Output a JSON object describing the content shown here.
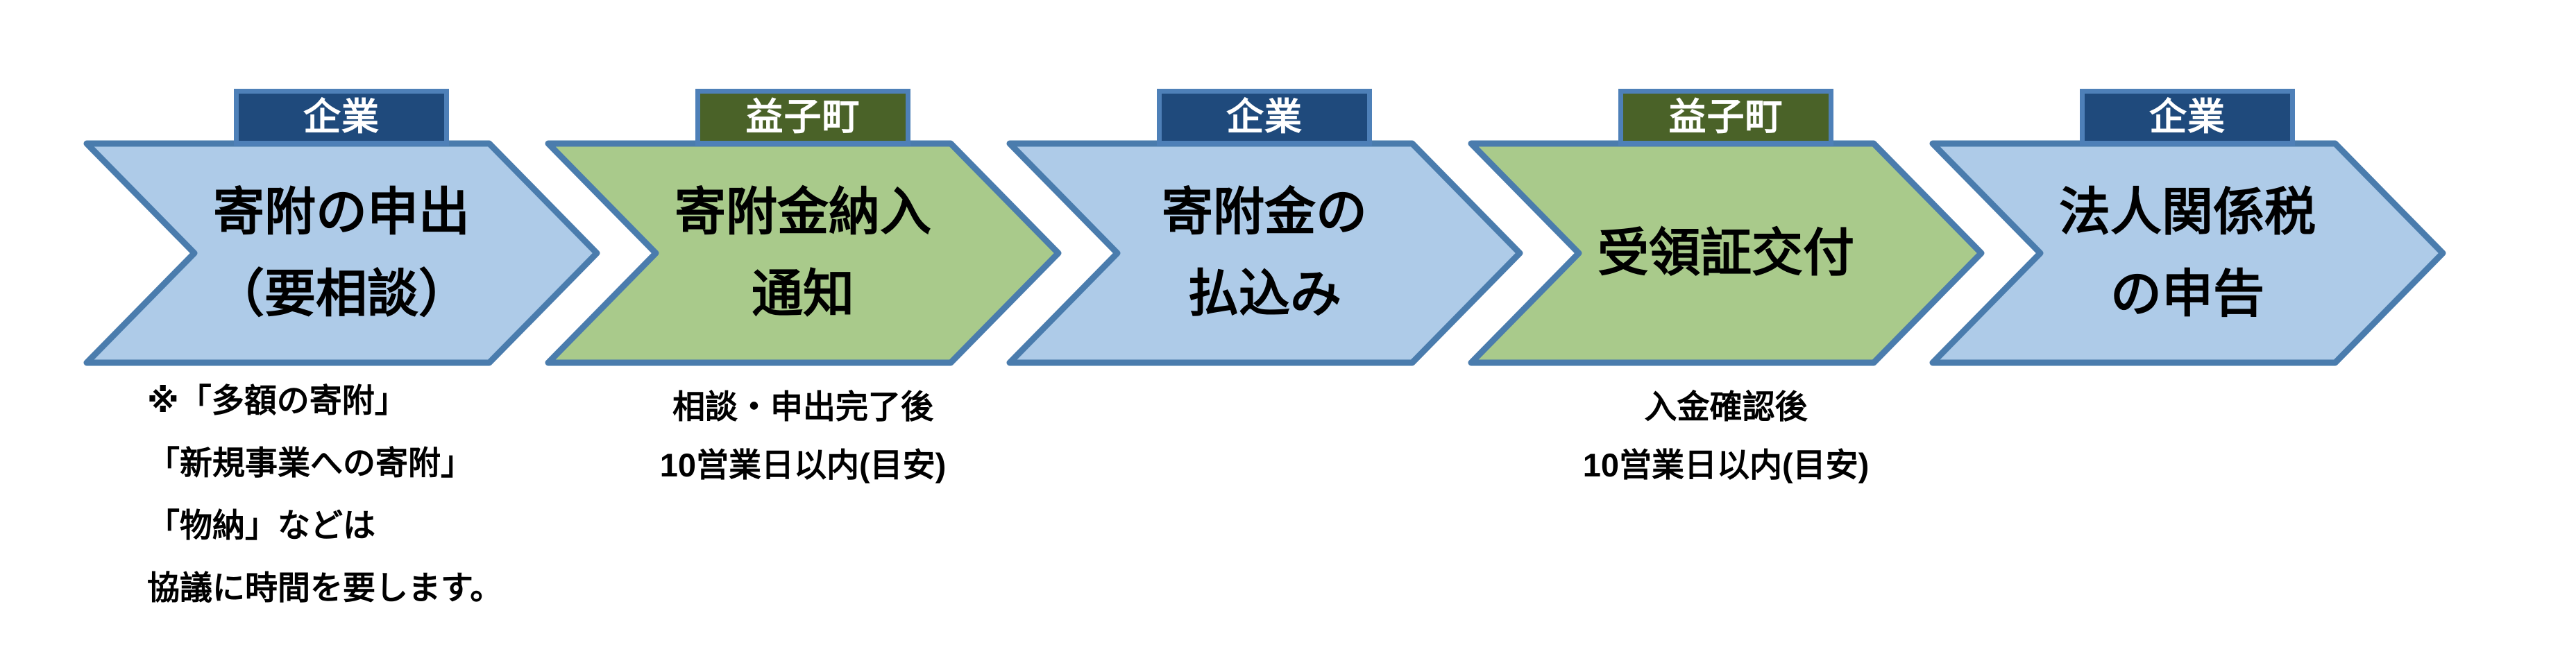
{
  "flow": {
    "title_hint": "corporate-donation-process-flow",
    "steps": [
      {
        "actor": "企業",
        "lines": [
          "寄附の申出",
          "（要相談）"
        ]
      },
      {
        "actor": "益子町",
        "lines": [
          "寄附金納入",
          "通知"
        ]
      },
      {
        "actor": "企業",
        "lines": [
          "寄附金の",
          "払込み"
        ]
      },
      {
        "actor": "益子町",
        "lines": [
          "受領証交付"
        ]
      },
      {
        "actor": "企業",
        "lines": [
          "法人関係税",
          "の申告"
        ]
      }
    ],
    "notes": [
      {
        "attached_to_step": 1,
        "lines": [
          "※「多額の寄附」",
          "「新規事業への寄附」",
          "「物納」などは",
          "協議に時間を要します。"
        ]
      },
      {
        "attached_to_step": 2,
        "lines": [
          "相談・申出完了後",
          "10営業日以内(目安)"
        ]
      },
      {
        "attached_to_step": 4,
        "lines": [
          "入金確認後",
          "10営業日以内(目安)"
        ]
      }
    ],
    "colors": {
      "arrow_blue_fill": "#AECBE8",
      "arrow_green_fill": "#A9CA8B",
      "arrow_border": "#4A7CAD",
      "badge_company_fill": "#1F4A7C",
      "badge_town_fill": "#4A6228",
      "badge_border": "#4E80B8",
      "step_text": "#000000",
      "badge_text": "#FFFFFF"
    }
  }
}
